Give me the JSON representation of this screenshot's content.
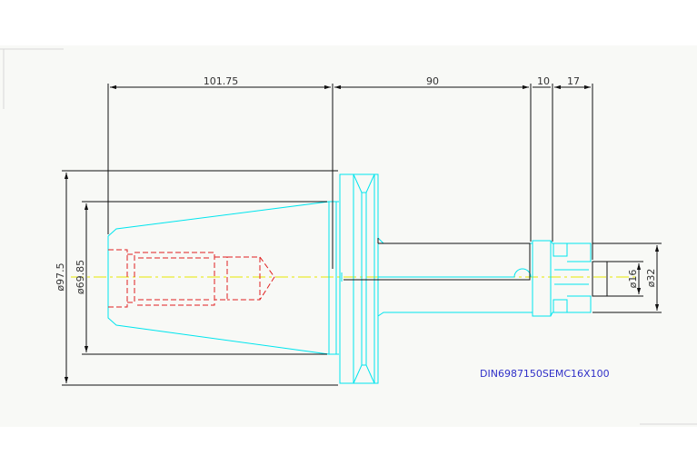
{
  "drawing": {
    "part_code": "DIN6987150SEMC16X100",
    "colors": {
      "background": "#ffffff",
      "paper": "#f8f9f6",
      "outline": "#00e5ee",
      "dimension": "#111111",
      "hidden": "#e02020",
      "centerline": "#e6e600",
      "label": "#3030c8"
    },
    "dimensions": {
      "len_taper": "101.75",
      "len_body": "90",
      "len_step": "10",
      "len_tip": "17",
      "dia_flange": "ø97.5",
      "dia_taper": "ø69.85",
      "dia_bore": "ø16",
      "dia_nose": "ø32"
    }
  }
}
